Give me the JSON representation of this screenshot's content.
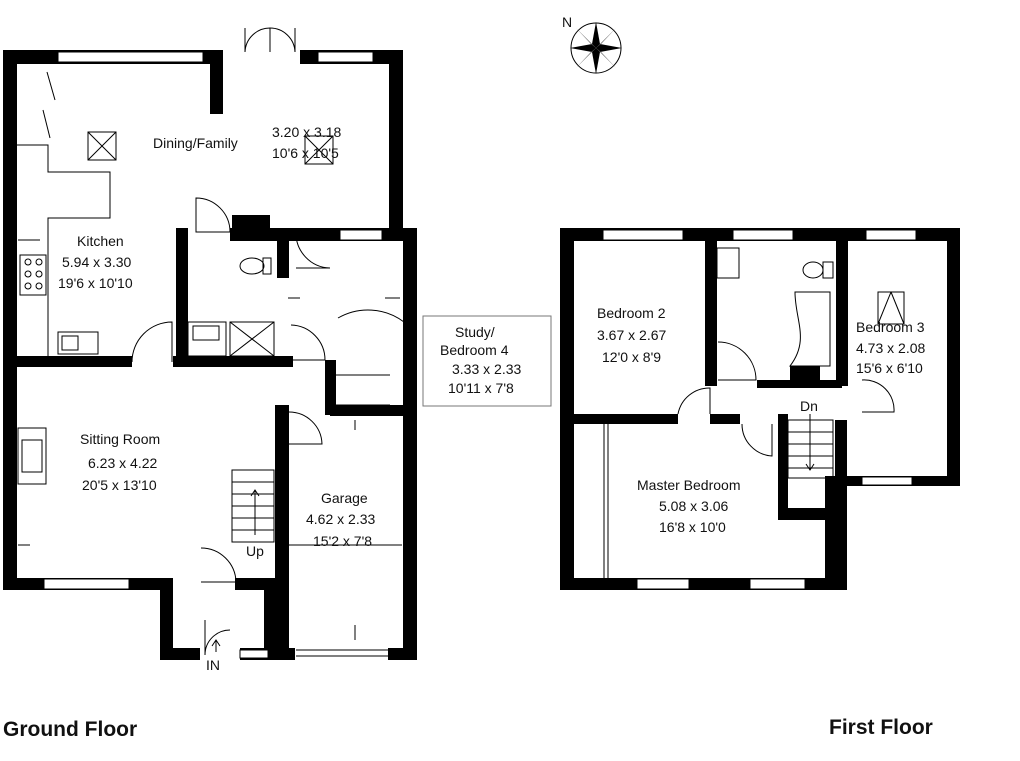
{
  "compass": {
    "north_letter": "N",
    "icon": "compass-rose-icon"
  },
  "floors": {
    "ground": {
      "title": "Ground Floor"
    },
    "first": {
      "title": "First Floor"
    }
  },
  "rooms": {
    "dining": {
      "name": "Dining/Family",
      "metric": "3.20 x 3.18",
      "imperial": "10'6 x 10'5"
    },
    "kitchen": {
      "name": "Kitchen",
      "metric": "5.94 x 3.30",
      "imperial": "19'6 x 10'10"
    },
    "study": {
      "name_line1": "Study/",
      "name_line2": "Bedroom 4",
      "metric": "3.33 x 2.33",
      "imperial": "10'11 x 7'8"
    },
    "sitting": {
      "name": "Sitting Room",
      "metric": "6.23 x 4.22",
      "imperial": "20'5 x 13'10"
    },
    "garage": {
      "name": "Garage",
      "metric": "4.62 x 2.33",
      "imperial": "15'2 x 7'8"
    },
    "bedroom2": {
      "name": "Bedroom 2",
      "metric": "3.67 x 2.67",
      "imperial": "12'0 x 8'9"
    },
    "bedroom3": {
      "name": "Bedroom 3",
      "metric": "4.73 x 2.08",
      "imperial": "15'6 x 6'10"
    },
    "master": {
      "name": "Master Bedroom",
      "metric": "5.08 x 3.06",
      "imperial": "16'8 x 10'0"
    }
  },
  "stairs": {
    "up_label": "Up",
    "down_label": "Dn"
  },
  "entrance": {
    "label": "IN"
  }
}
